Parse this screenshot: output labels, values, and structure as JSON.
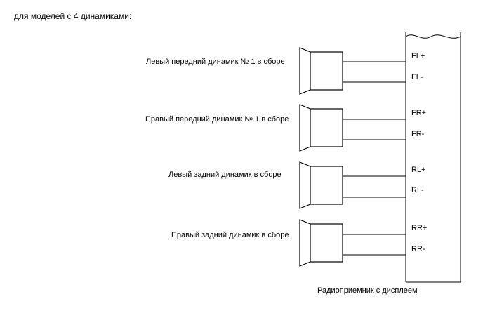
{
  "caption": "для моделей с 4 динамиками:",
  "head_unit": {
    "label": "Радиоприемник с дисплеем"
  },
  "speakers": [
    {
      "label": "Левый передний динамик № 1 в сборе",
      "plus": "FL+",
      "minus": "FL-"
    },
    {
      "label": "Правый передний динамик № 1 в сборе",
      "plus": "FR+",
      "minus": "FR-"
    },
    {
      "label": "Левый задний динамик в сборе",
      "plus": "RL+",
      "minus": "RL-"
    },
    {
      "label": "Правый задний динамик в сборе",
      "plus": "RR+",
      "minus": "RR-"
    }
  ]
}
